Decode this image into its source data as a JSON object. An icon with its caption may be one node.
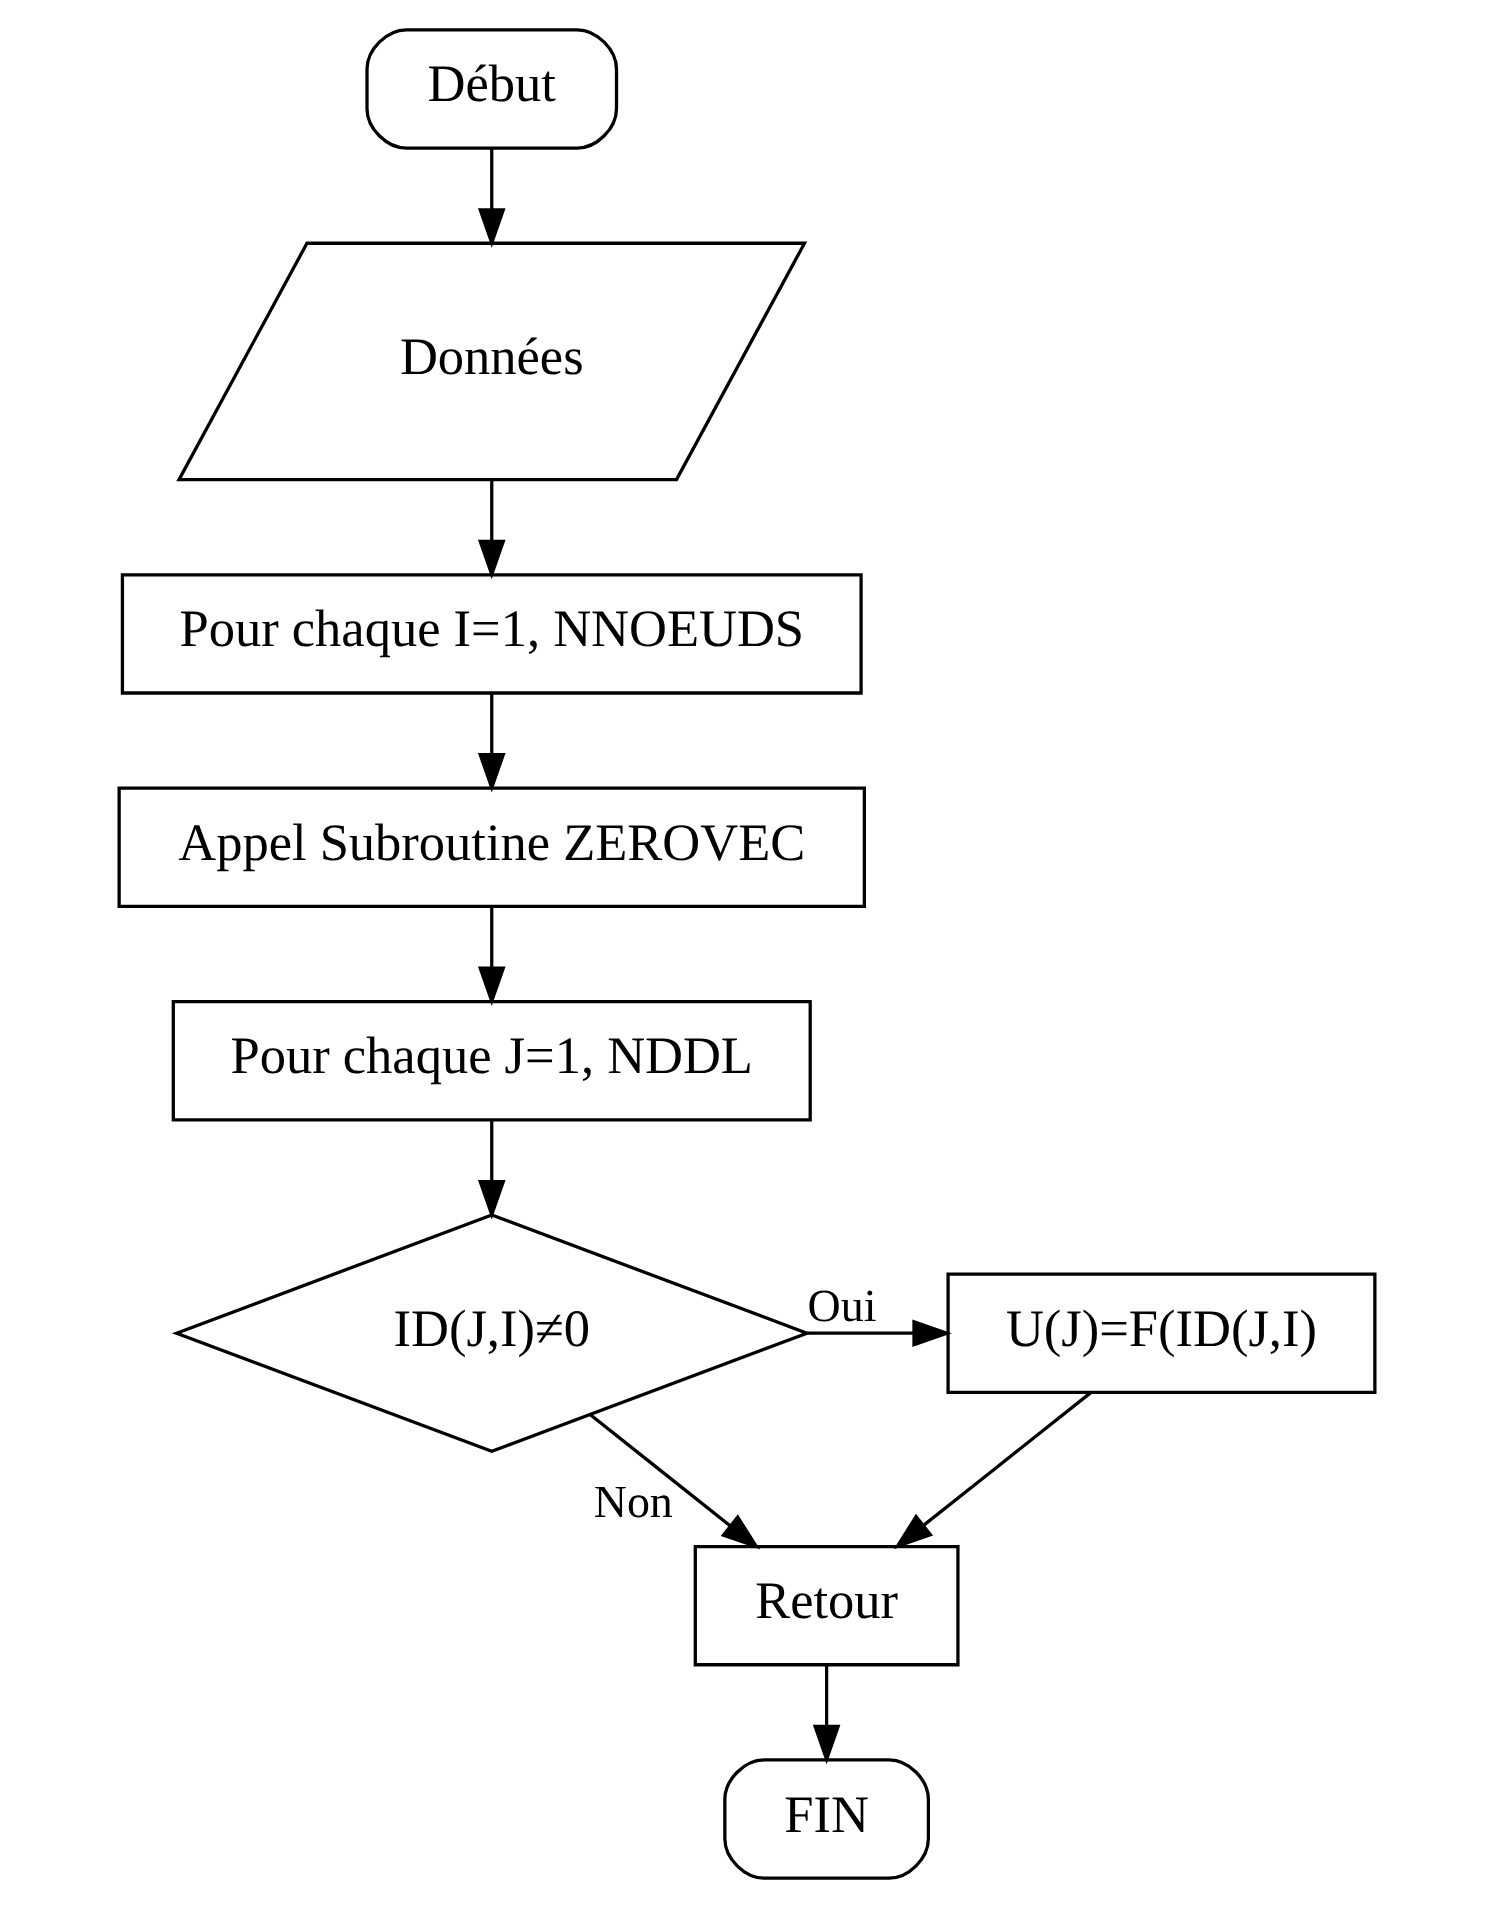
{
  "diagram": {
    "nodes": [
      {
        "text": [
          "Début"
        ]
      },
      {
        "text": [
          "Données"
        ]
      },
      {
        "text": [
          "Pour chaque I=1, NNOEUDS"
        ]
      },
      {
        "text": [
          "Appel Subroutine ZEROVEC"
        ]
      },
      {
        "text": [
          "Pour chaque J=1, NDDL"
        ]
      },
      {
        "text": [
          "ID(J,I)≠0"
        ]
      },
      {
        "text": [
          "U(J)=F(ID(J,I)"
        ]
      },
      {
        "text": [
          "Retour"
        ]
      },
      {
        "text": [
          "FIN"
        ]
      }
    ],
    "edges": [
      {
        "from": 0,
        "to": 1,
        "arrow": "to"
      },
      {
        "from": 1,
        "to": 2,
        "arrow": "to"
      },
      {
        "from": 2,
        "to": 3,
        "arrow": "to"
      },
      {
        "from": 3,
        "to": 4,
        "arrow": "to"
      },
      {
        "from": 4,
        "to": 5,
        "arrow": "to"
      },
      {
        "from": 5,
        "to": 6,
        "arrow": "to",
        "label": "Oui"
      },
      {
        "from": 5,
        "to": 7,
        "arrow": "to",
        "label": "Non"
      },
      {
        "from": 6,
        "to": 7,
        "arrow": "to"
      },
      {
        "from": 7,
        "to": 8,
        "arrow": "to"
      }
    ]
  }
}
